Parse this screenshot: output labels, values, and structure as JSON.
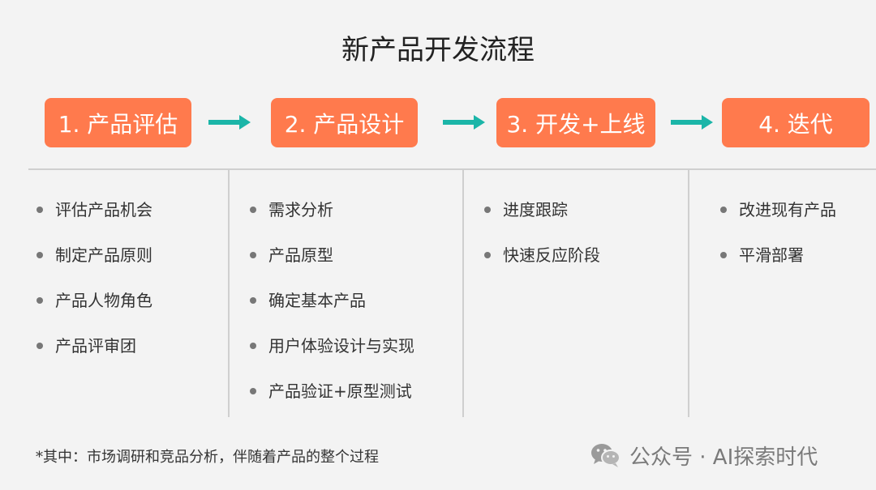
{
  "title": "新产品开发流程",
  "colors": {
    "step_fill": "#ff7a4d",
    "arrow": "#1bb5a8",
    "divider": "#cfcfcf",
    "bullet": "#777777"
  },
  "steps": [
    {
      "label": "1. 产品评估",
      "items": [
        "评估产品机会",
        "制定产品原则",
        "产品人物角色",
        "产品评审团"
      ]
    },
    {
      "label": "2. 产品设计",
      "items": [
        "需求分析",
        "产品原型",
        "确定基本产品",
        "用户体验设计与实现",
        "产品验证+原型测试"
      ]
    },
    {
      "label": "3. 开发+上线",
      "items": [
        "进度跟踪",
        "快速反应阶段"
      ]
    },
    {
      "label": "4. 迭代",
      "items": [
        "改进现有产品",
        "平滑部署"
      ]
    }
  ],
  "footnote": "*其中：市场调研和竞品分析，伴随着产品的整个过程",
  "watermark": {
    "icon": "wechat-icon",
    "text": "公众号 · AI探索时代"
  }
}
